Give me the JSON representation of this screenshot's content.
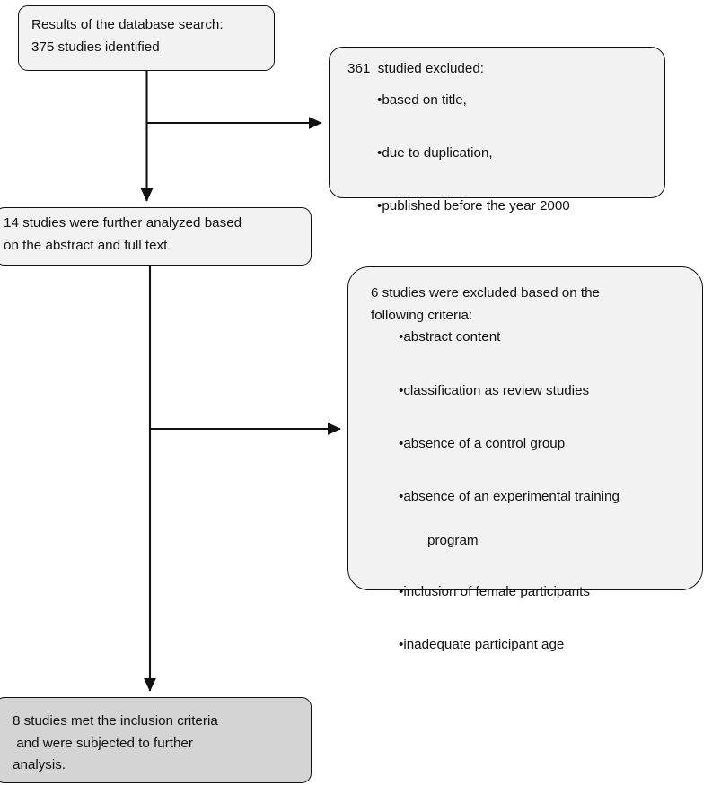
{
  "diagram": {
    "title": "PRISMA-style study selection flowchart",
    "colors": {
      "node_fill": "#f2f2f2",
      "node_fill_final": "#d4d4d4",
      "node_stroke": "#111111",
      "connector": "#111111",
      "background": "#ffffff"
    },
    "nodes": {
      "search_results": {
        "line1": "Results of the database search:",
        "line2": "375 studies identified"
      },
      "excluded_361": {
        "heading": "361  studied excluded:",
        "bullets": [
          "based on title,",
          "due to duplication,",
          "published before the year 2000"
        ]
      },
      "analyzed_14": {
        "line1": "14 studies were further analyzed based",
        "line2": "on the abstract and full text"
      },
      "excluded_6": {
        "heading_line1": "6 studies were excluded based on the",
        "heading_line2": "following criteria:",
        "bullets": [
          "abstract content",
          "classification as review studies",
          "absence of a control group",
          "absence of an experimental training",
          "inclusion of female participants",
          "inadequate participant age"
        ],
        "bullet_4_continuation": "program"
      },
      "included_8": {
        "line1": "8 studies met the inclusion criteria",
        "line2": " and were subjected to further",
        "line3": "analysis."
      }
    },
    "bullet_glyph": "•",
    "connectors": [
      {
        "name": "search-to-analyzed",
        "from": "search_results",
        "to": "analyzed_14",
        "type": "vertical-arrow"
      },
      {
        "name": "search-to-excluded-361",
        "from": "search_results",
        "to": "excluded_361",
        "type": "branch-right-arrow"
      },
      {
        "name": "analyzed-to-included",
        "from": "analyzed_14",
        "to": "included_8",
        "type": "vertical-arrow"
      },
      {
        "name": "analyzed-to-excluded-6",
        "from": "analyzed_14",
        "to": "excluded_6",
        "type": "branch-right-arrow"
      }
    ]
  }
}
